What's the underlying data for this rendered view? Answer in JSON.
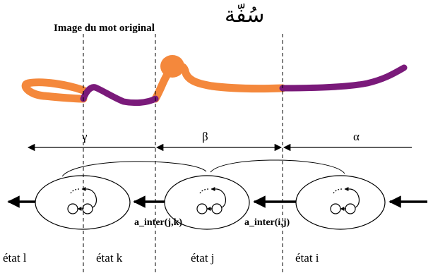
{
  "title": "Image du mot original",
  "arabic_word": "سُفّة",
  "segments": {
    "gamma": "γ",
    "beta": "β",
    "alpha": "α"
  },
  "transitions": {
    "jk": "a_inter(j,k)",
    "ij": "a_inter(i,j)"
  },
  "states": [
    "état l",
    "état k",
    "état j",
    "état i"
  ],
  "colors": {
    "stroke_orange": "#f4883c",
    "stroke_purple": "#7a1a7a",
    "ink": "#000000"
  }
}
